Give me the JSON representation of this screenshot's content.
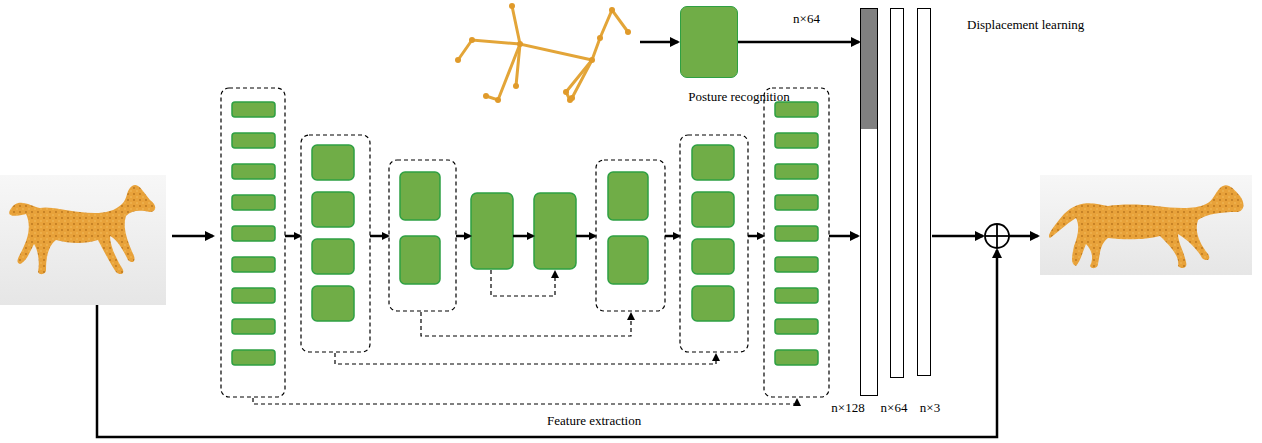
{
  "diagram": {
    "nodes": [
      {
        "text": [
          "Posture recognition"
        ]
      },
      {
        "text": [
          "n×128"
        ]
      },
      {
        "text": [
          "n×64"
        ]
      },
      {
        "text": [
          "n×3"
        ]
      }
    ],
    "edges": [
      {
        "from": 0,
        "to": 1,
        "arrow": "to",
        "label": "n×64"
      }
    ],
    "labels": [
      "Displacement learning",
      "Feature extraction"
    ]
  }
}
